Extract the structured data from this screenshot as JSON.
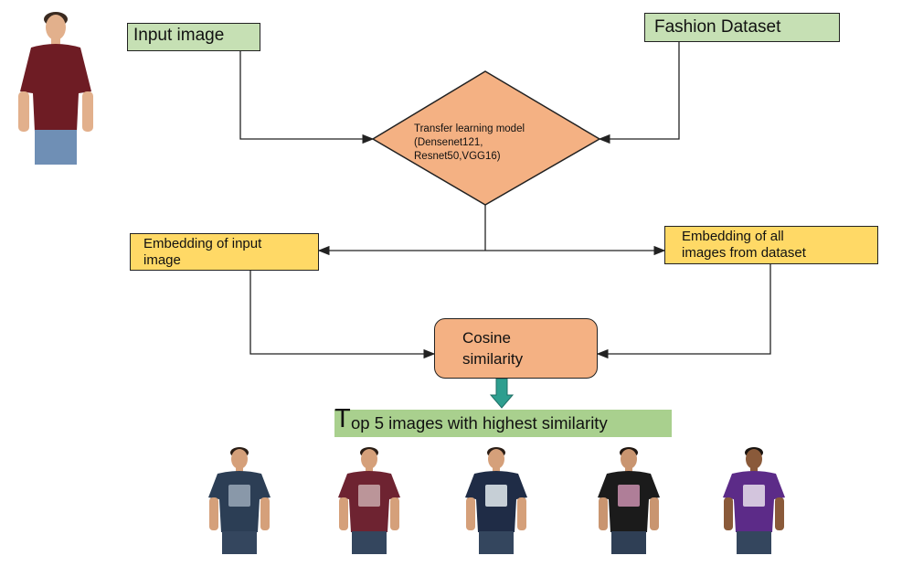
{
  "nodes": {
    "input_image": "Input image",
    "fashion_dataset": "Fashion Dataset",
    "model": [
      "Transfer learning model",
      "(Densenet121,",
      "Resnet50,VGG16)"
    ],
    "embedding_input": [
      "Embedding of input",
      "image"
    ],
    "embedding_all": [
      "Embedding of all",
      "images from dataset"
    ],
    "cosine": [
      "Cosine",
      "similarity"
    ]
  },
  "result": {
    "first_letter": "T",
    "rest": "op 5 images with highest similarity"
  },
  "colors": {
    "green": "#c6e0b4",
    "yellow": "#ffd966",
    "orange": "#f4b183",
    "banner": "#a9d08e",
    "teal_arrow": "#2e9e8f"
  },
  "input_photo": {
    "shirt": "#6e1c24",
    "jeans": "#6f8fb5",
    "skin": "#e2b08c",
    "hair": "#3a2a20"
  },
  "result_photos": [
    {
      "shirt": "#2c3e55",
      "graphic": "#9aa8b8",
      "jeans": "#34465e",
      "skin": "#d5a07a",
      "hair": "#2a1d15"
    },
    {
      "shirt": "#6e2331",
      "graphic": "#c9a9ac",
      "jeans": "#34465e",
      "skin": "#d5a07a",
      "hair": "#2a1d15"
    },
    {
      "shirt": "#1f2c46",
      "graphic": "#e4ecf0",
      "jeans": "#34465e",
      "skin": "#d5a07a",
      "hair": "#2a1d15"
    },
    {
      "shirt": "#1b1b1b",
      "graphic": "#c98fae",
      "jeans": "#2f3f55",
      "skin": "#c99570",
      "hair": "#1e1510"
    },
    {
      "shirt": "#5c2b88",
      "graphic": "#e8e0ec",
      "jeans": "#34465e",
      "skin": "#8a5a3a",
      "hair": "#1a1410"
    }
  ]
}
